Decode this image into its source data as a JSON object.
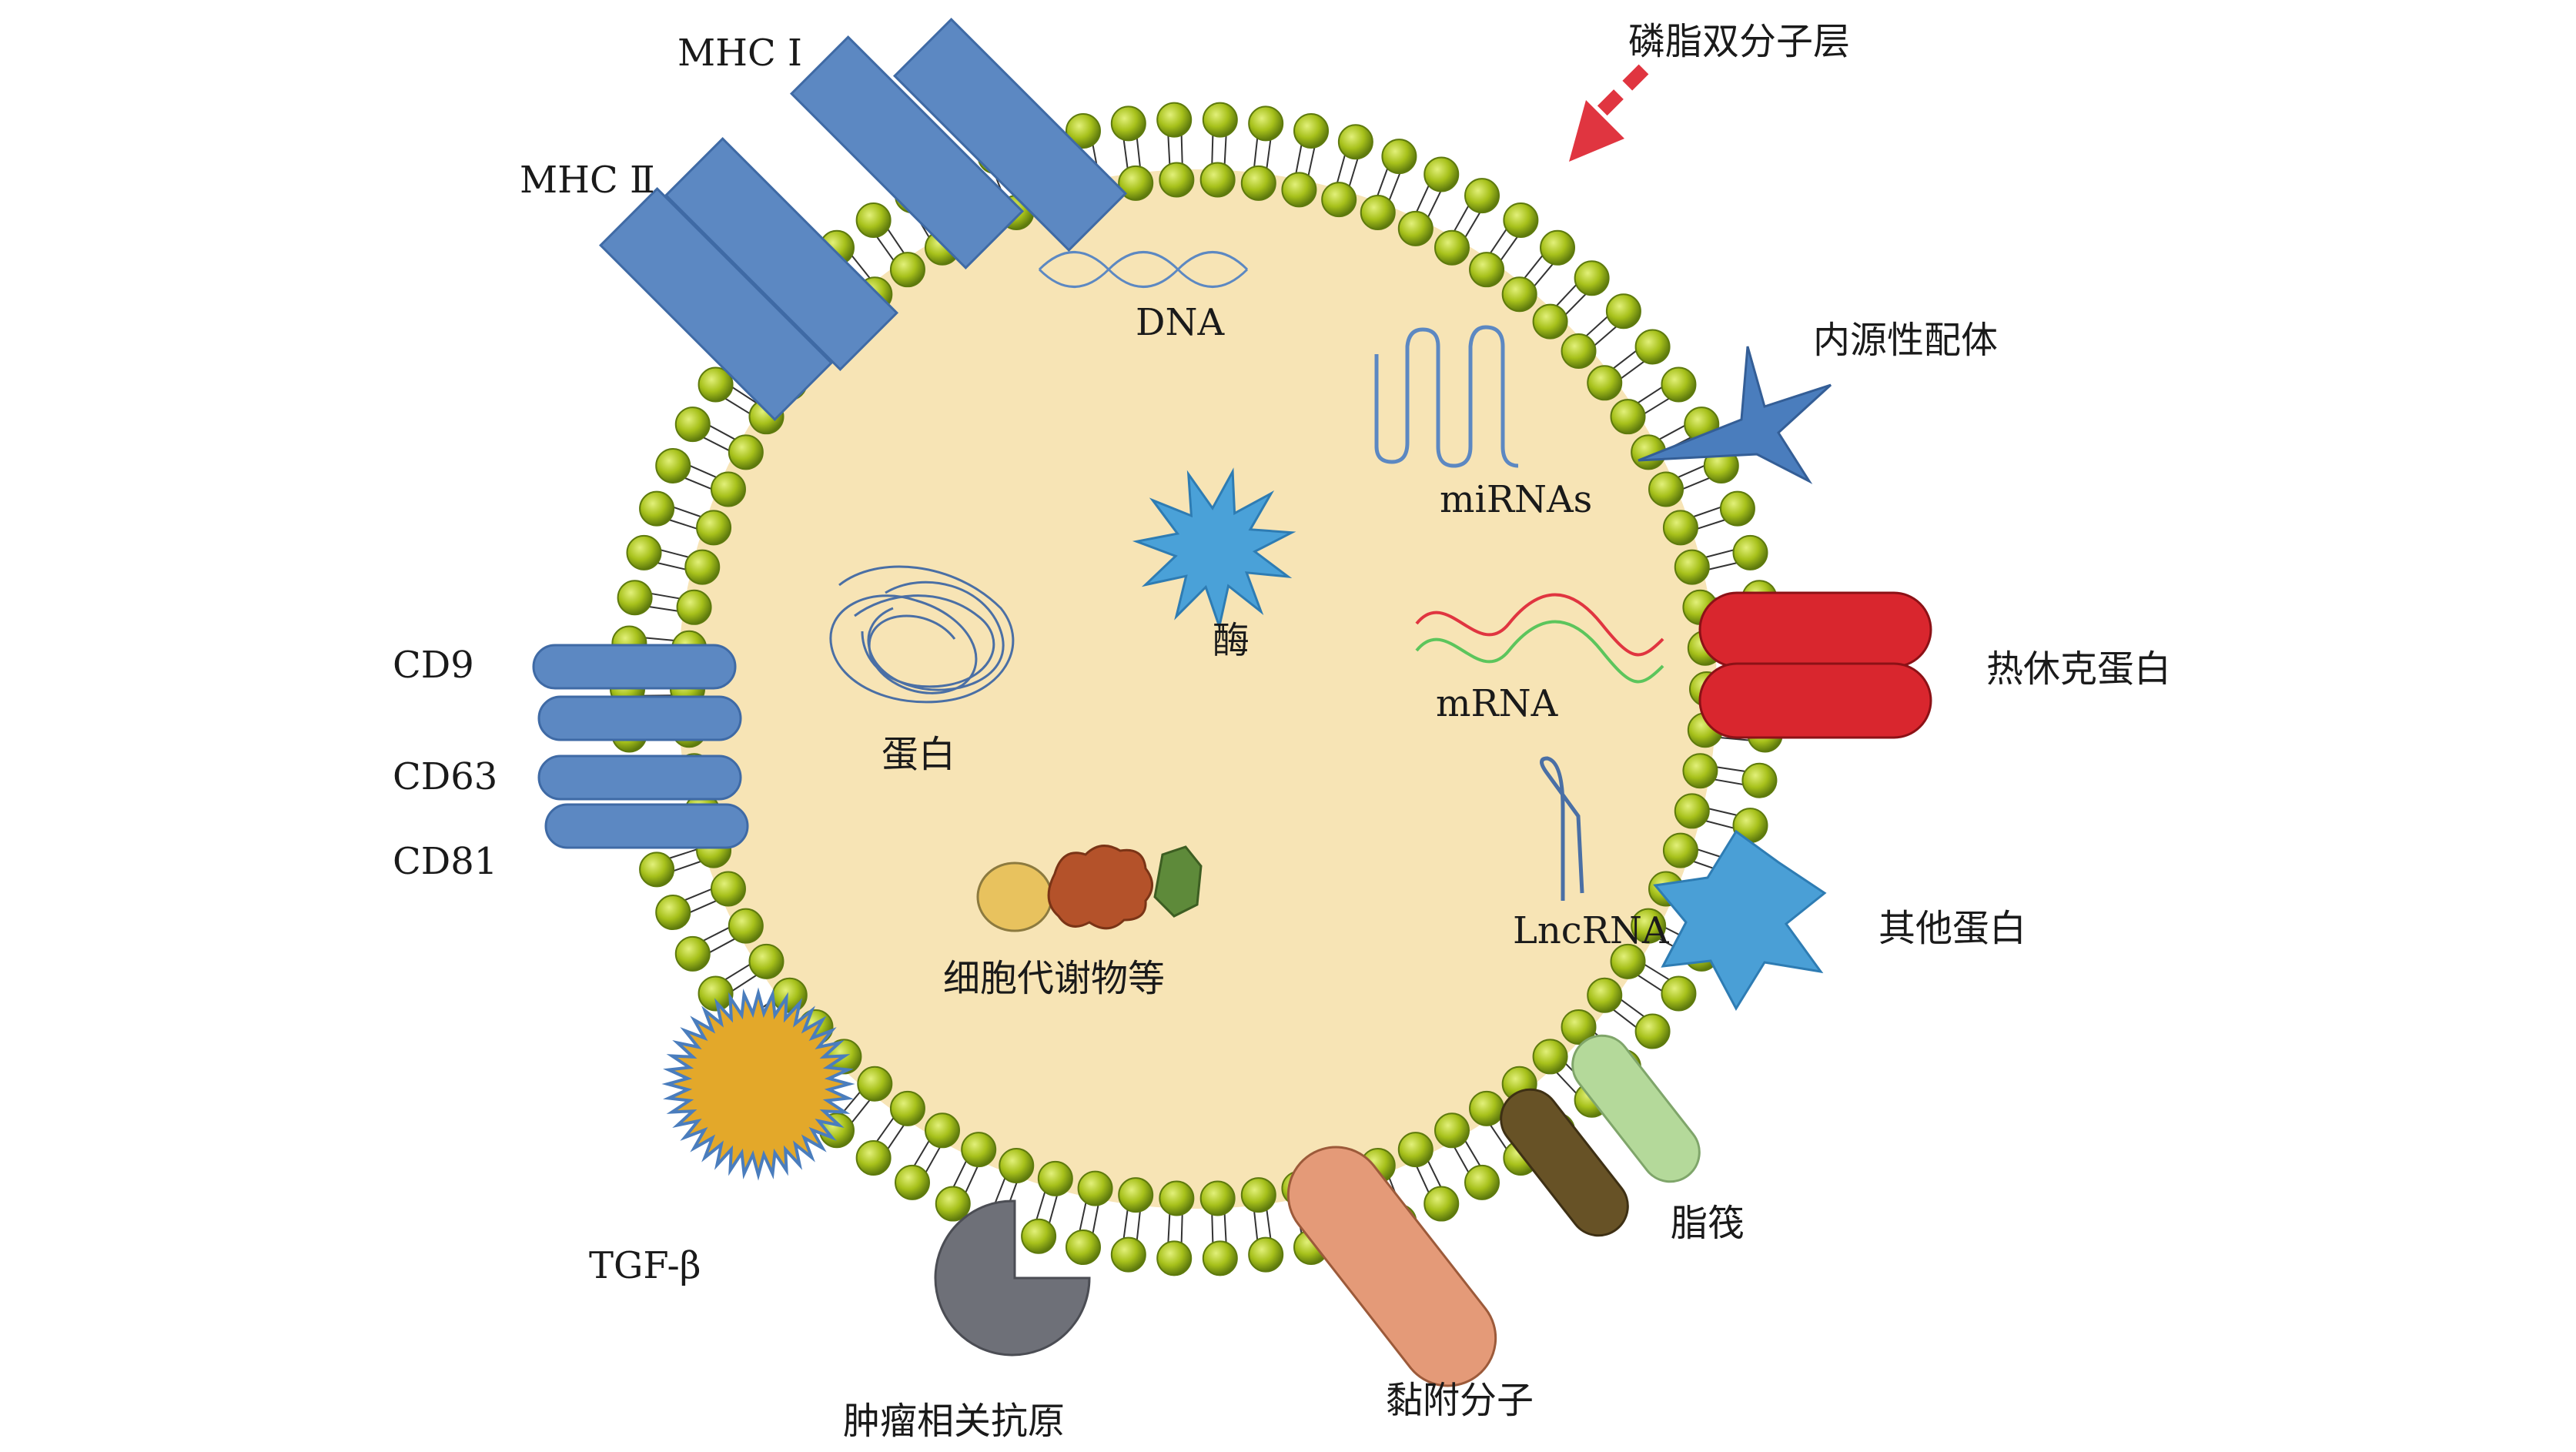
{
  "labels": {
    "mhc1": "MHC Ⅰ",
    "mhc2": "MHC Ⅱ",
    "bilayer": "磷脂双分子层",
    "dna": "DNA",
    "mirnas": "miRNAs",
    "endogenous_ligand": "内源性配体",
    "enzyme": "酶",
    "protein": "蛋白",
    "mrna": "mRNA",
    "heat_shock": "热休克蛋白",
    "cd9": "CD9",
    "cd63": "CD63",
    "cd81": "CD81",
    "lncrna": "LncRNA",
    "other_protein": "其他蛋白",
    "metabolites": "细胞代谢物等",
    "lipid_raft": "脂筏",
    "tgf": "TGF-β",
    "adhesion": "黏附分子",
    "tumor_antigen": "肿瘤相关抗原"
  },
  "colors": {
    "lumen": "#F7E4B5",
    "lipid_head": "#A7C11B",
    "lipid_head_dark": "#5E7A0D",
    "tetraspanin": "#5C88C2",
    "mhc": "#5C88C2",
    "heat_shock": "#D9262E",
    "other_protein": "#4A9FD6",
    "ligand": "#4A7DBD",
    "tgf": "#E3A82A",
    "tumor_antigen": "#6E7078",
    "adhesion": "#E49A78",
    "raft_dark": "#675226",
    "raft_light": "#B4D99A",
    "enzyme": "#4AA1D8",
    "arrow": "#E03540",
    "mrna_red": "#E03540",
    "mrna_green": "#5CC55C",
    "dna": "#5C88C2"
  }
}
